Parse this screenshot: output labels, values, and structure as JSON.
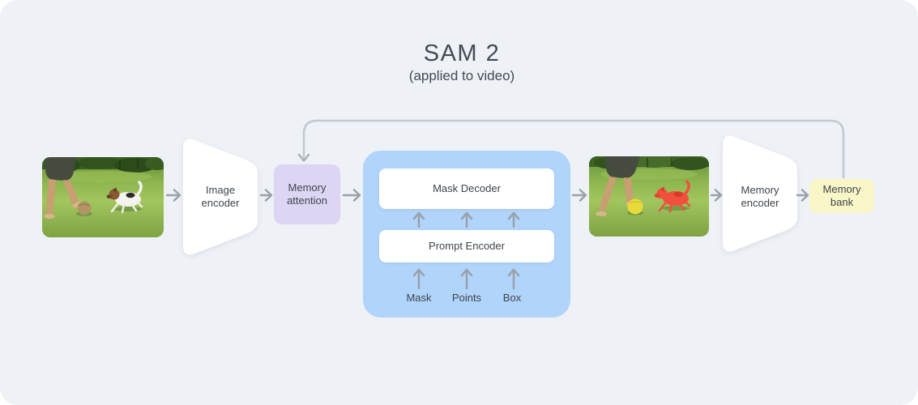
{
  "title": "SAM 2",
  "subtitle": "(applied to video)",
  "nodes": {
    "image_encoder": "Image encoder",
    "memory_attention": "Memory attention",
    "mask_decoder": "Mask Decoder",
    "prompt_encoder": "Prompt Encoder",
    "memory_encoder": "Memory encoder",
    "memory_bank": "Memory bank"
  },
  "prompt_inputs": [
    "Mask",
    "Points",
    "Box"
  ],
  "frames": {
    "input": "video frame of person and dog on grass",
    "output": "video frame with dog masked red and ball masked yellow"
  },
  "colors": {
    "card_background": "#eef1f6",
    "prompt_container": "#b0d4fa",
    "memory_attention": "#ddd5f4",
    "memory_bank": "#f9f6c8",
    "node_white": "#ffffff",
    "arrow": "#9aa1ab",
    "feedback_line": "#c2c8d0",
    "text": "#3e454d",
    "mask_red": "#f2503e",
    "mask_yellow": "#e7da3a"
  }
}
